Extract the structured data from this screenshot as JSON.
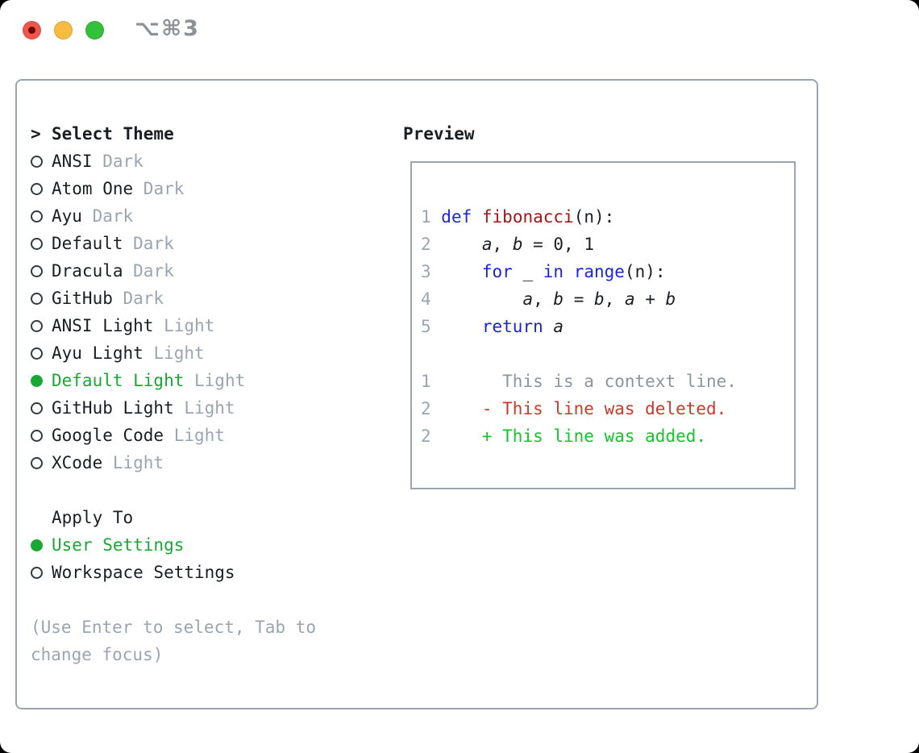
{
  "window": {
    "title": "⌥⌘3",
    "traffic_lights": [
      {
        "name": "close",
        "color": "#f0564b",
        "dot": "#6b0c03"
      },
      {
        "name": "minimize",
        "color": "#f6bc40"
      },
      {
        "name": "zoom",
        "color": "#32c139"
      }
    ]
  },
  "colors": {
    "ink": "#1a1e23",
    "muted": "#9aa5b2",
    "border": "#9aa5b1",
    "selection_green": "#18a833",
    "keyword_blue": "#1c26d9",
    "function_red": "#a31616",
    "diff_added_green": "#13c62c",
    "diff_deleted_red": "#c93a2b",
    "diff_context_gray": "#8d959d"
  },
  "theme_picker": {
    "prompt": ">",
    "title": "Select Theme",
    "items": [
      {
        "label": "ANSI",
        "variant": "Dark",
        "selected": false
      },
      {
        "label": "Atom One",
        "variant": "Dark",
        "selected": false
      },
      {
        "label": "Ayu",
        "variant": "Dark",
        "selected": false
      },
      {
        "label": "Default",
        "variant": "Dark",
        "selected": false
      },
      {
        "label": "Dracula",
        "variant": "Dark",
        "selected": false
      },
      {
        "label": "GitHub",
        "variant": "Dark",
        "selected": false
      },
      {
        "label": "ANSI Light",
        "variant": "Light",
        "selected": false
      },
      {
        "label": "Ayu Light",
        "variant": "Light",
        "selected": false
      },
      {
        "label": "Default Light",
        "variant": "Light",
        "selected": true
      },
      {
        "label": "GitHub Light",
        "variant": "Light",
        "selected": false
      },
      {
        "label": "Google Code",
        "variant": "Light",
        "selected": false
      },
      {
        "label": "XCode",
        "variant": "Light",
        "selected": false
      }
    ],
    "apply_to": {
      "title": "Apply To",
      "options": [
        {
          "label": "User Settings",
          "selected": true
        },
        {
          "label": "Workspace Settings",
          "selected": false
        }
      ]
    },
    "help_lines": [
      "(Use Enter to select, Tab to",
      "change focus)"
    ]
  },
  "preview": {
    "title": "Preview",
    "lines": [
      {
        "num": "1",
        "tokens": [
          {
            "c": "keyword",
            "t": "def"
          },
          {
            "c": "plain",
            "t": " "
          },
          {
            "c": "func",
            "t": "fibonacci"
          },
          {
            "c": "plain",
            "t": "(n):"
          }
        ]
      },
      {
        "num": "2",
        "tokens": [
          {
            "c": "plain",
            "t": "    "
          },
          {
            "c": "var",
            "t": "a"
          },
          {
            "c": "plain",
            "t": ", "
          },
          {
            "c": "var",
            "t": "b"
          },
          {
            "c": "plain",
            "t": " = 0, 1"
          }
        ]
      },
      {
        "num": "3",
        "tokens": [
          {
            "c": "plain",
            "t": "    "
          },
          {
            "c": "keyword",
            "t": "for"
          },
          {
            "c": "plain",
            "t": " _ "
          },
          {
            "c": "keyword",
            "t": "in"
          },
          {
            "c": "plain",
            "t": " "
          },
          {
            "c": "keyword",
            "t": "range"
          },
          {
            "c": "plain",
            "t": "(n):"
          }
        ]
      },
      {
        "num": "4",
        "tokens": [
          {
            "c": "plain",
            "t": "        "
          },
          {
            "c": "var",
            "t": "a"
          },
          {
            "c": "plain",
            "t": ", "
          },
          {
            "c": "var",
            "t": "b"
          },
          {
            "c": "plain",
            "t": " = "
          },
          {
            "c": "var",
            "t": "b"
          },
          {
            "c": "plain",
            "t": ", "
          },
          {
            "c": "var",
            "t": "a"
          },
          {
            "c": "plain",
            "t": " + "
          },
          {
            "c": "var",
            "t": "b"
          }
        ]
      },
      {
        "num": "5",
        "tokens": [
          {
            "c": "plain",
            "t": "    "
          },
          {
            "c": "keyword",
            "t": "return"
          },
          {
            "c": "plain",
            "t": " "
          },
          {
            "c": "var",
            "t": "a"
          }
        ]
      },
      {
        "num": "",
        "tokens": []
      },
      {
        "num": "1",
        "tokens": [
          {
            "c": "context",
            "t": "      This is a context line."
          }
        ]
      },
      {
        "num": "2",
        "tokens": [
          {
            "c": "deleted",
            "t": "    - This line was deleted."
          }
        ]
      },
      {
        "num": "2",
        "tokens": [
          {
            "c": "added",
            "t": "    + This line was added."
          }
        ]
      }
    ]
  }
}
